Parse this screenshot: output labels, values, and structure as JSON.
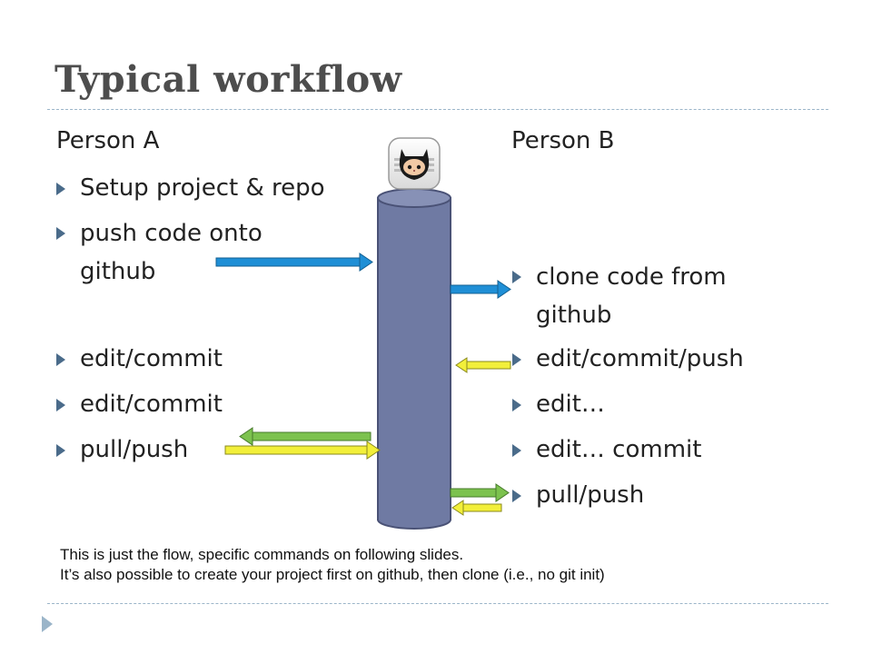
{
  "title": "Typical workflow",
  "person_a": {
    "heading": "Person A",
    "items": [
      "Setup project & repo",
      "push code onto github",
      "edit/commit",
      "edit/commit",
      "pull/push"
    ]
  },
  "person_b": {
    "heading": "Person B",
    "items": [
      "clone code from github",
      "edit/commit/push",
      "edit…",
      "edit… commit",
      "pull/push"
    ]
  },
  "note_lines": [
    "This is just the flow, specific commands on following slides.",
    "It’s also possible to create your project first on github, then clone (i.e., no git init)"
  ],
  "colors": {
    "repo_cylinder": "#6f7aa3",
    "arrow_blue": "#1f8fd6",
    "arrow_green": "#7cc24e",
    "arrow_yellow": "#f2ef3a",
    "bullet": "#4a6b8a"
  },
  "icons": {
    "repo_logo": "github-octocat-icon"
  }
}
